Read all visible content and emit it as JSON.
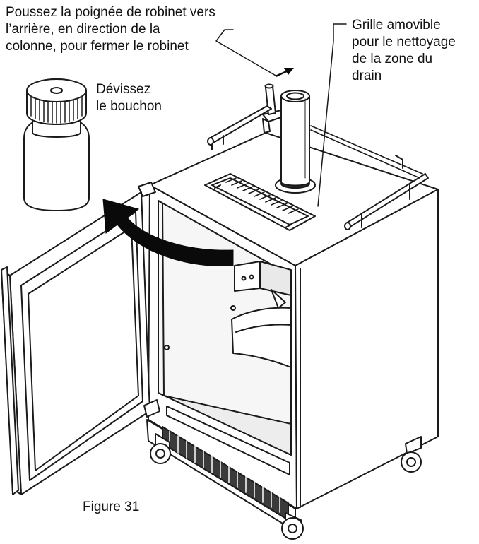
{
  "labels": {
    "faucet_instruction": [
      "Poussez la poignée de robinet vers",
      "l’arrière, en direction de la",
      "colonne, pour fermer le robinet"
    ],
    "grille": [
      "Grille amovible",
      "pour le nettoyage",
      "de la zone du",
      "drain"
    ],
    "cap": [
      "Dévissez",
      "le bouchon"
    ],
    "figure_caption": "Figure 31"
  },
  "colors": {
    "line": "#1a1a1a",
    "fill_light": "#ffffff",
    "fill_shade": "#efefef",
    "arrow": "#0a0a0a"
  }
}
